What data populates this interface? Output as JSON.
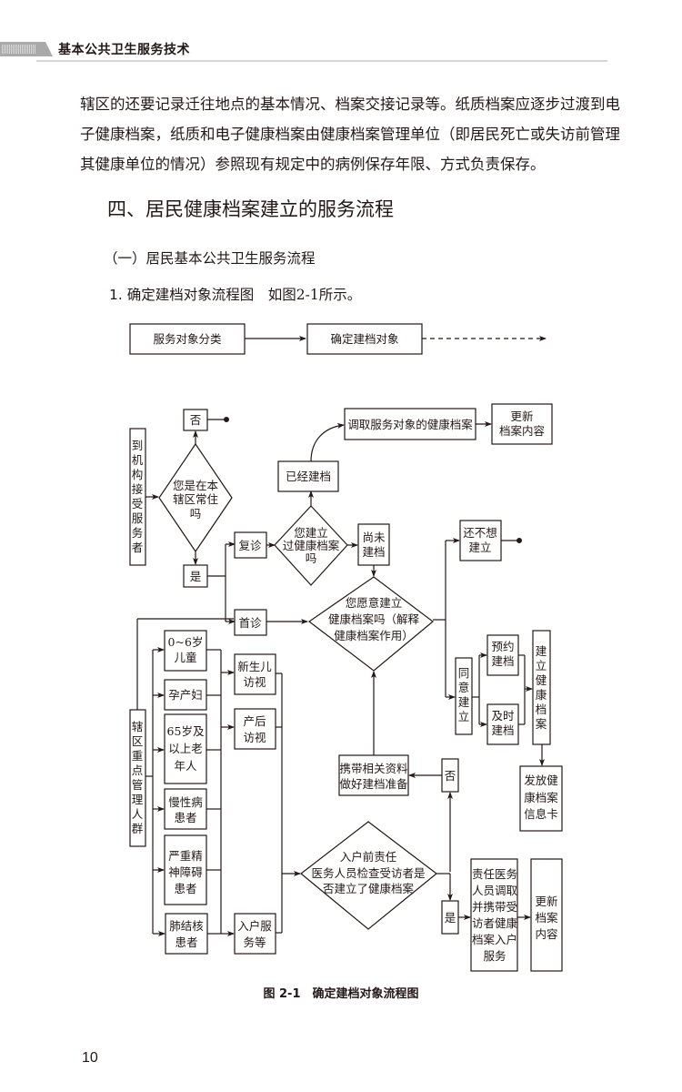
{
  "header": {
    "running_title": "基本公共卫生服务技术"
  },
  "body": {
    "paragraph_lines": [
      "辖区的还要记录迁往地点的基本情况、档案交接记录等。纸质档案应逐步过渡到电",
      "子健康档案，纸质和电子健康档案由健康档案管理单位（即居民死亡或失访前管理",
      "其健康单位的情况）参照现有规定中的病例保存年限、方式负责保存。"
    ],
    "section_heading": "四、居民健康档案建立的服务流程",
    "subsection_heading": "（一）居民基本公共卫生服务流程",
    "item_label": "1. 确定建档对象流程图",
    "item_text": "如图2-1所示。"
  },
  "diagram": {
    "top_row": {
      "classify": "服务对象分类",
      "determine": "确定建档对象"
    },
    "nodes": {
      "arrive": "到机构接受服务者",
      "resident_q": [
        "您是在本",
        "辖区常住",
        "吗"
      ],
      "no_top": "否",
      "yes_left": "是",
      "revisit": "复诊",
      "first_visit": "首诊",
      "built_q": [
        "您建立",
        "过健康档案",
        "吗"
      ],
      "already_built": "已经建档",
      "retrieve": "调取服务对象的健康档案",
      "update_top": [
        "更新",
        "档案内容"
      ],
      "not_built": [
        "尚未",
        "建档"
      ],
      "willing_q": [
        "您愿意建立",
        "健康档案吗（解释",
        "健康档案作用）"
      ],
      "not_want": [
        "还不想",
        "建立"
      ],
      "agree": "同意建立",
      "appointment": [
        "预约",
        "建档"
      ],
      "immediate": [
        "及时",
        "建档"
      ],
      "build_record": "建立健康档案",
      "issue_card": [
        "发放健",
        "康档案",
        "信息卡"
      ],
      "key_groups": "辖区重点管理人群",
      "children": [
        "0~6岁",
        "儿童"
      ],
      "pregnant": "孕产妇",
      "elderly": [
        "65岁及",
        "以上老",
        "年人"
      ],
      "chronic": [
        "慢性病",
        "患者"
      ],
      "mental": [
        "严重精",
        "神障碍",
        "患者"
      ],
      "tb": [
        "肺结核",
        "患者"
      ],
      "newborn_visit": [
        "新生儿",
        "访视"
      ],
      "postpartum_visit": [
        "产后",
        "访视"
      ],
      "home_service": [
        "入户服",
        "务等"
      ],
      "home_check_q": [
        "入户前责任",
        "医务人员检查受访者是",
        "否建立了健康档案"
      ],
      "prepare": [
        "携带相关资料",
        "做好建档准备"
      ],
      "no_bottom": "否",
      "yes_bottom": "是",
      "doctor_retrieve": [
        "责任医务",
        "人员调取",
        "并携带受",
        "访者健康",
        "档案入户",
        "服务"
      ],
      "update_bottom": [
        "更新",
        "档案",
        "内容"
      ]
    },
    "caption": "图 2-1　确定建档对象流程图"
  },
  "footer": {
    "page_number": "10"
  }
}
